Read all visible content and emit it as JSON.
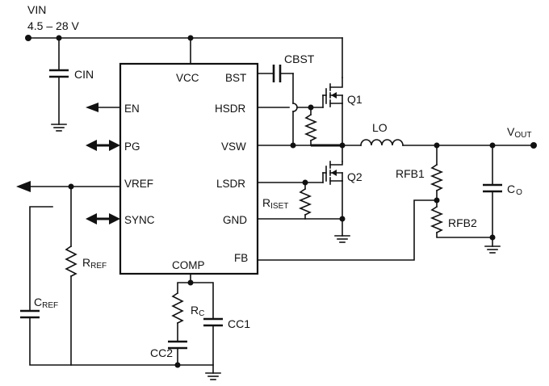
{
  "supply": {
    "name": "VIN",
    "range": "4.5 – 28 V"
  },
  "ic_pins": {
    "vcc": "VCC",
    "bst": "BST",
    "en": "EN",
    "hsdr": "HSDR",
    "pg": "PG",
    "vsw": "VSW",
    "vref": "VREF",
    "lsdr": "LSDR",
    "sync": "SYNC",
    "gnd": "GND",
    "fb": "FB",
    "comp": "COMP"
  },
  "components": {
    "cin": "CIN",
    "cbst": "CBST",
    "q1": "Q1",
    "q2": "Q2",
    "lo": "LO",
    "vout_main": "V",
    "vout_sub": "OUT",
    "rfb1": "RFB1",
    "rfb2": "RFB2",
    "co_main": "C",
    "co_sub": "O",
    "riset_main": "R",
    "riset_sub": "ISET",
    "rref_main": "R",
    "rref_sub": "REF",
    "cref_main": "C",
    "cref_sub": "REF",
    "rc_main": "R",
    "rc_sub": "C",
    "cc1": "CC1",
    "cc2": "CC2"
  }
}
